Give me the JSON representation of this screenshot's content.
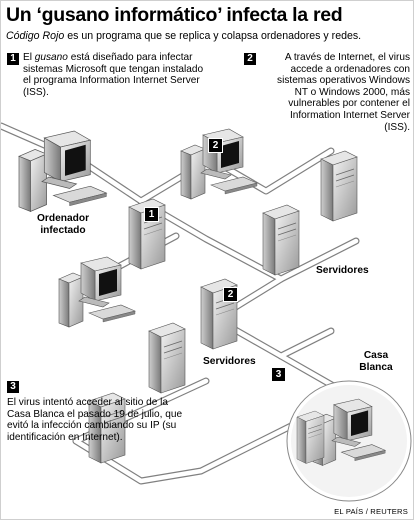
{
  "title": "Un ‘gusano informático’ infecta la red",
  "subtitle_em": "Código Rojo",
  "subtitle_rest": " es un programa que se replica y colapsa ordenadores y redes.",
  "steps": {
    "n1": "1",
    "n2": "2",
    "n3": "3"
  },
  "note1": {
    "pre": "El ",
    "em": "gusano",
    "post": " está diseñado para infectar sistemas Microsoft que tengan instalado el programa Information Internet Server (ISS)."
  },
  "note2": "A través de Internet, el virus accede a ordenadores con sistemas operativos Windows NT o Windows 2000, más vulnerables por contener el Information Internet Server (ISS).",
  "note3": "El virus intentó acceder al sitio de la Casa Blanca el pasado 19 de julio, que evitó la infección cambiando su IP (su identificación en Internet).",
  "labels": {
    "infected": "Ordenador infectado",
    "servers1": "Servidores",
    "servers2": "Servidores",
    "whitehouse": "Casa Blanca"
  },
  "credit": "EL PAÍS / REUTERS"
}
